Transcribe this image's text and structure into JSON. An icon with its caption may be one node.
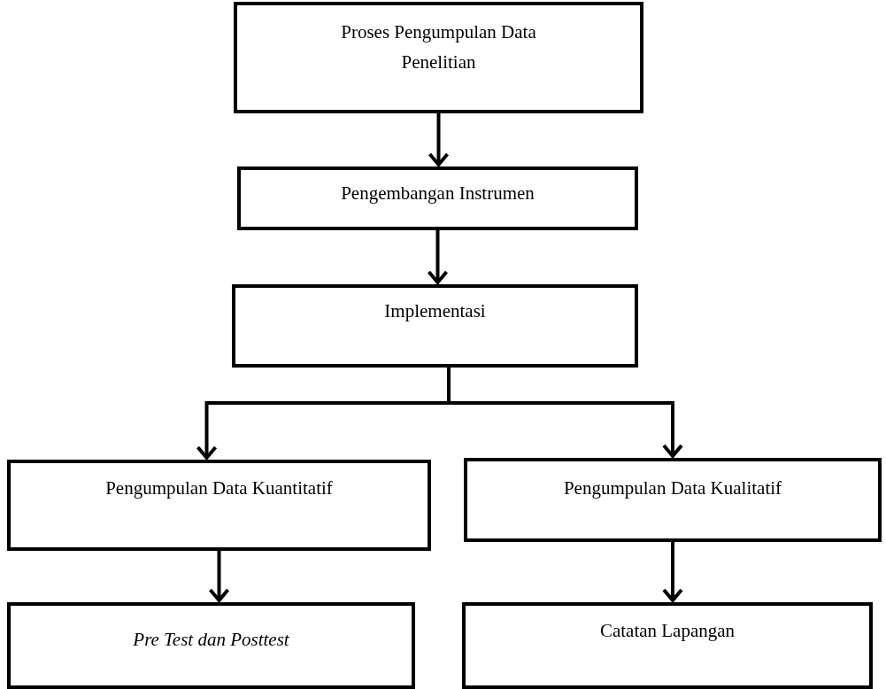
{
  "diagram": {
    "nodes": [
      {
        "text": [
          "Proses Pengumpulan Data Penelitian"
        ]
      },
      {
        "text": [
          "Pengembangan Instrumen"
        ]
      },
      {
        "text": [
          "Implementasi"
        ]
      },
      {
        "text": [
          "Pengumpulan Data Kuantitatif"
        ]
      },
      {
        "text": [
          "Pengumpulan Data Kualitatif"
        ]
      },
      {
        "text": [
          "Pre Test dan Posttest"
        ]
      },
      {
        "text": [
          "Catatan Lapangan"
        ]
      }
    ],
    "edges": [
      {
        "from": 0,
        "to": 1,
        "arrow": "to"
      },
      {
        "from": 1,
        "to": 2,
        "arrow": "to"
      },
      {
        "from": 2,
        "to": 3,
        "arrow": "to"
      },
      {
        "from": 2,
        "to": 4,
        "arrow": "to"
      },
      {
        "from": 3,
        "to": 5,
        "arrow": "to"
      },
      {
        "from": 4,
        "to": 6,
        "arrow": "to"
      }
    ]
  }
}
